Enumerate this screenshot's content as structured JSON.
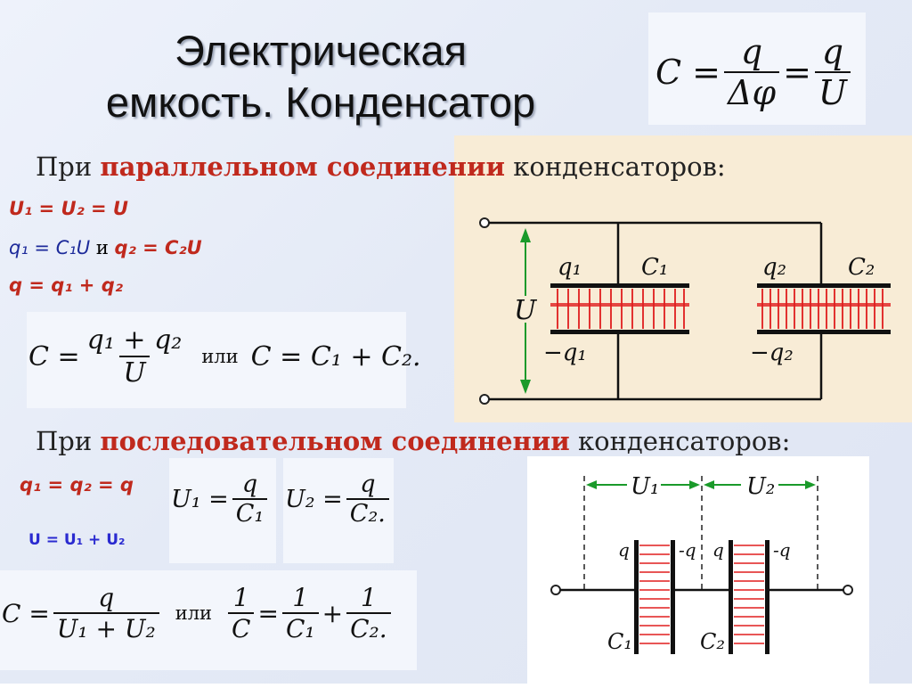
{
  "slide": {
    "title_line1": "Электрическая",
    "title_line2": "емкость. Конденсатор"
  },
  "capacitance_formula": {
    "lhs": "C =",
    "num1": "q",
    "den1": "Δφ",
    "eq": "=",
    "num2": "q",
    "den2": "U"
  },
  "parallel": {
    "heading_pre": "При ",
    "heading_highlight": "параллельном соединении",
    "heading_post": " конденсаторов:",
    "eq_voltage": "U₁ = U₂ = U",
    "eq_charge1": "q₁ = C₁U",
    "eq_and": "и",
    "eq_charge2": "q₂ = C₂U",
    "eq_total_charge": "q = q₁ + q₂",
    "formula_c_lhs": "C =",
    "formula_c_num": "q₁ + q₂",
    "formula_c_den": "U",
    "formula_or": "или",
    "formula_c_sum": "C = C₁ + C₂.",
    "diagram": {
      "voltage_label": "U",
      "q1": "q₁",
      "c1": "C₁",
      "q2": "q₂",
      "c2": "C₂",
      "neg_q1": "−q₁",
      "neg_q2": "−q₂"
    }
  },
  "series": {
    "heading_pre": "При ",
    "heading_highlight": "последовательном соединении",
    "heading_post": " конденсаторов:",
    "eq_charge": "q₁ = q₂ = q",
    "eq_voltage": "U = U₁ + U₂",
    "u1_lhs": "U₁ =",
    "u1_num": "q",
    "u1_den": "C₁",
    "u2_lhs": "U₂ =",
    "u2_num": "q",
    "u2_den": "C₂.",
    "formula_c_lhs": "C =",
    "formula_c_num": "q",
    "formula_c_den": "U₁ + U₂",
    "formula_or": "или",
    "inv_num": "1",
    "inv_c": "C",
    "inv_c1": "C₁",
    "inv_c2": "C₂.",
    "diagram": {
      "u1": "U₁",
      "u2": "U₂",
      "q_left1": "q",
      "neg_q1": "-q",
      "q_left2": "q",
      "neg_q2": "-q",
      "c1": "C₁",
      "c2": "C₂"
    }
  },
  "colors": {
    "accent_red": "#c0291d",
    "formula_blue": "#1d2a9a",
    "field_lines": "#e01e1e"
  }
}
